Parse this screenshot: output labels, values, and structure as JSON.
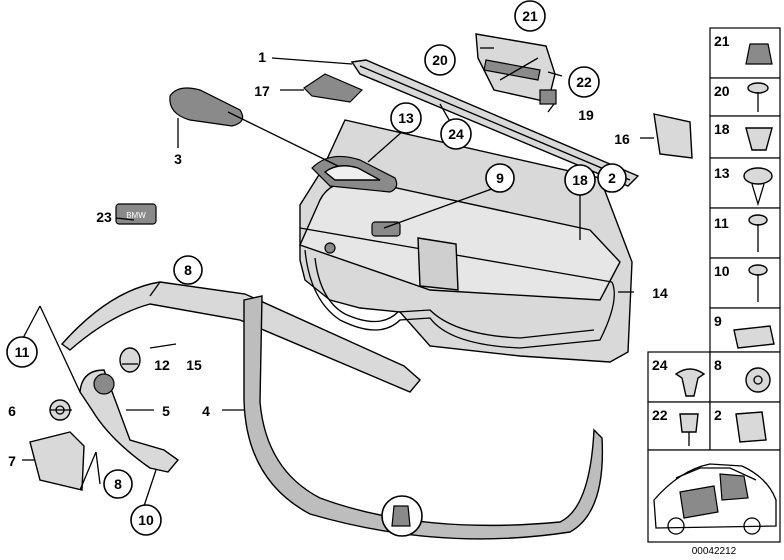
{
  "callouts": {
    "c1": "1",
    "c2": "2",
    "c3": "3",
    "c4": "4",
    "c5": "5",
    "c6": "6",
    "c7": "7",
    "c8a": "8",
    "c8b": "8",
    "c9": "9",
    "c10": "10",
    "c11": "11",
    "c12": "12",
    "c13": "13",
    "c14": "14",
    "c15": "15",
    "c16": "16",
    "c17": "17",
    "c18": "18",
    "c19": "19",
    "c20": "20",
    "c21": "21",
    "c22": "22",
    "c23": "23",
    "c24": "24"
  },
  "legend": {
    "r21": "21",
    "r20": "20",
    "r18": "18",
    "r13": "13",
    "r11": "11",
    "r10": "10",
    "r9": "9",
    "r24": "24",
    "r8": "8",
    "r22": "22",
    "r2": "2"
  },
  "part_23_badge": "BMW",
  "diagram_id": "00042212"
}
